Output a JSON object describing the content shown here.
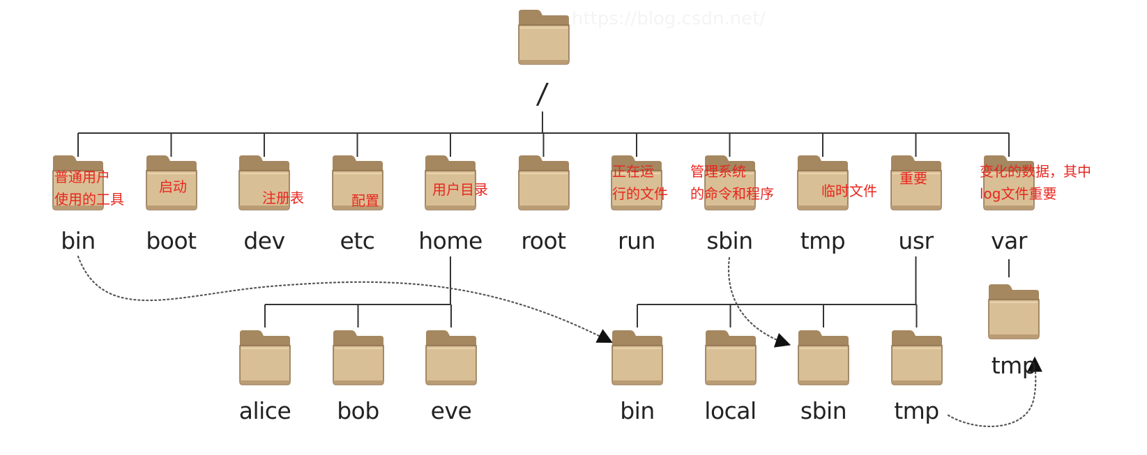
{
  "watermark": "https://blog.csdn.net/",
  "root": {
    "label": "/"
  },
  "top_dirs": [
    {
      "id": "bin",
      "label": "bin",
      "note": [
        "普通用户",
        "使用的工具"
      ]
    },
    {
      "id": "boot",
      "label": "boot",
      "note": [
        "启动"
      ]
    },
    {
      "id": "dev",
      "label": "dev",
      "note": [
        "注册表"
      ]
    },
    {
      "id": "etc",
      "label": "etc",
      "note": [
        "配置"
      ]
    },
    {
      "id": "home",
      "label": "home",
      "note": [
        "用户目录"
      ]
    },
    {
      "id": "root",
      "label": "root",
      "note": []
    },
    {
      "id": "run",
      "label": "run",
      "note": [
        "正在运",
        "行的文件"
      ]
    },
    {
      "id": "sbin",
      "label": "sbin",
      "note": [
        "管理系统",
        "的命令和程序"
      ]
    },
    {
      "id": "tmp",
      "label": "tmp",
      "note": [
        "临时文件"
      ]
    },
    {
      "id": "usr",
      "label": "usr",
      "note": [
        "重要"
      ]
    },
    {
      "id": "var",
      "label": "var",
      "note": [
        "变化的数据，其中",
        "log文件重要"
      ]
    }
  ],
  "home_children": [
    {
      "id": "alice",
      "label": "alice"
    },
    {
      "id": "bob",
      "label": "bob"
    },
    {
      "id": "eve",
      "label": "eve"
    }
  ],
  "usr_children": [
    {
      "id": "usr-bin",
      "label": "bin"
    },
    {
      "id": "usr-local",
      "label": "local"
    },
    {
      "id": "usr-sbin",
      "label": "sbin"
    },
    {
      "id": "usr-tmp",
      "label": "tmp"
    }
  ],
  "var_children": [
    {
      "id": "var-tmp",
      "label": "tmp"
    }
  ],
  "links": [
    {
      "from": "bin",
      "to": "usr-bin"
    },
    {
      "from": "sbin",
      "to": "usr-sbin"
    },
    {
      "from": "usr-tmp",
      "to": "var-tmp"
    }
  ],
  "colors": {
    "folder_body": "#d9bf95",
    "folder_tab": "#a58760",
    "folder_edge": "#8c6f4c",
    "line": "#333333",
    "note": "#e8261e"
  },
  "icon": "folder-icon"
}
